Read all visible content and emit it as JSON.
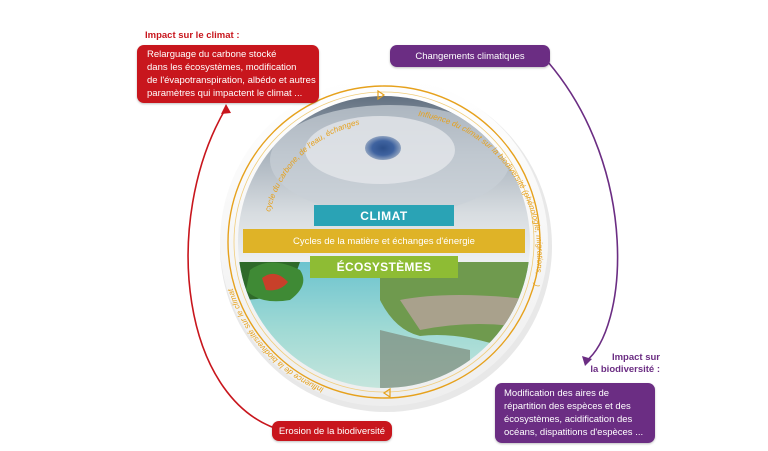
{
  "impact_climate": {
    "caption": "Impact sur le climat :",
    "lines": [
      "Relarguage du carbone stocké",
      "dans les écosystèmes, modification",
      "de l'évapotranspiration, albédo et autres",
      "paramètres qui impactent le climat ..."
    ]
  },
  "changes": {
    "label": "Changements climatiques"
  },
  "impact_biodiversity": {
    "caption_lines": [
      "Impact sur",
      "la biodiversité :"
    ],
    "lines": [
      "Modification des aires de",
      "répartition des espèces et des",
      "écosystèmes, acidification des",
      "océans, dispatitions d'espèces ..."
    ]
  },
  "erosion": {
    "label": "Erosion de la biodiversité"
  },
  "center": {
    "climat": "CLIMAT",
    "cycles": "Cycles de la matière et échanges d'énergie",
    "ecosystemes": "ÉCOSYSTÈMES"
  },
  "ring": {
    "top_arc": "cycle du carbone, de l'eau, échanges de chaleur",
    "right_arc": "Influence du climat sur la biodiversité (phénologie, migrations, ...)",
    "left_arc": "Influence de la biodiversité sur le climat"
  },
  "colors": {
    "red": "#c8161d",
    "purple": "#6b2d83",
    "ring_gold": "#e6a11c",
    "band_teal": "#2aa3b5",
    "band_gold": "#dfb327",
    "band_green": "#8ebc34"
  }
}
